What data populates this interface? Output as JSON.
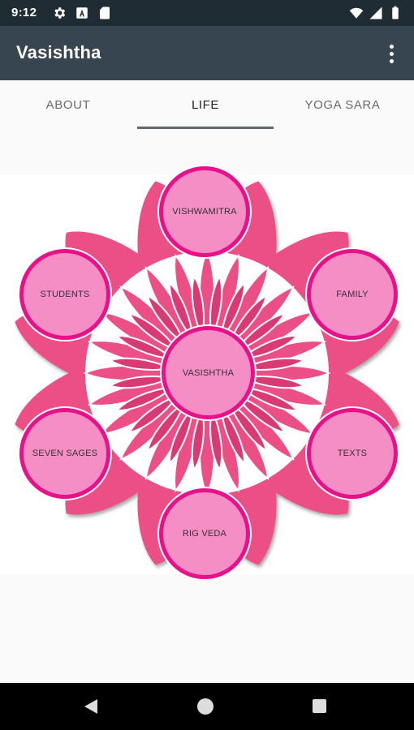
{
  "status_bar": {
    "time": "9:12",
    "left_icons": [
      "gear-icon",
      "a-letter-icon",
      "sd-card-icon"
    ],
    "right_icons": [
      "wifi-icon",
      "signal-icon",
      "battery-icon"
    ]
  },
  "app_bar": {
    "title": "Vasishtha",
    "menu_icon": "more-vert-icon"
  },
  "tabs": [
    {
      "label": "ABOUT",
      "active": false
    },
    {
      "label": "LIFE",
      "active": true
    },
    {
      "label": "YOGA SARA",
      "active": false
    }
  ],
  "flower": {
    "center": "VASISHTHA",
    "nodes": {
      "top": "VISHWAMITRA",
      "upper_left": "STUDENTS",
      "upper_right": "FAMILY",
      "lower_left": "SEVEN SAGES",
      "lower_right": "TEXTS",
      "bottom": "RIG VEDA"
    },
    "colors": {
      "petal": "#ec4f86",
      "node_fill": "#f58ec5",
      "node_border": "#e8118a"
    }
  },
  "nav_bar": {
    "icons": [
      "back-icon",
      "home-icon",
      "recents-icon"
    ]
  }
}
